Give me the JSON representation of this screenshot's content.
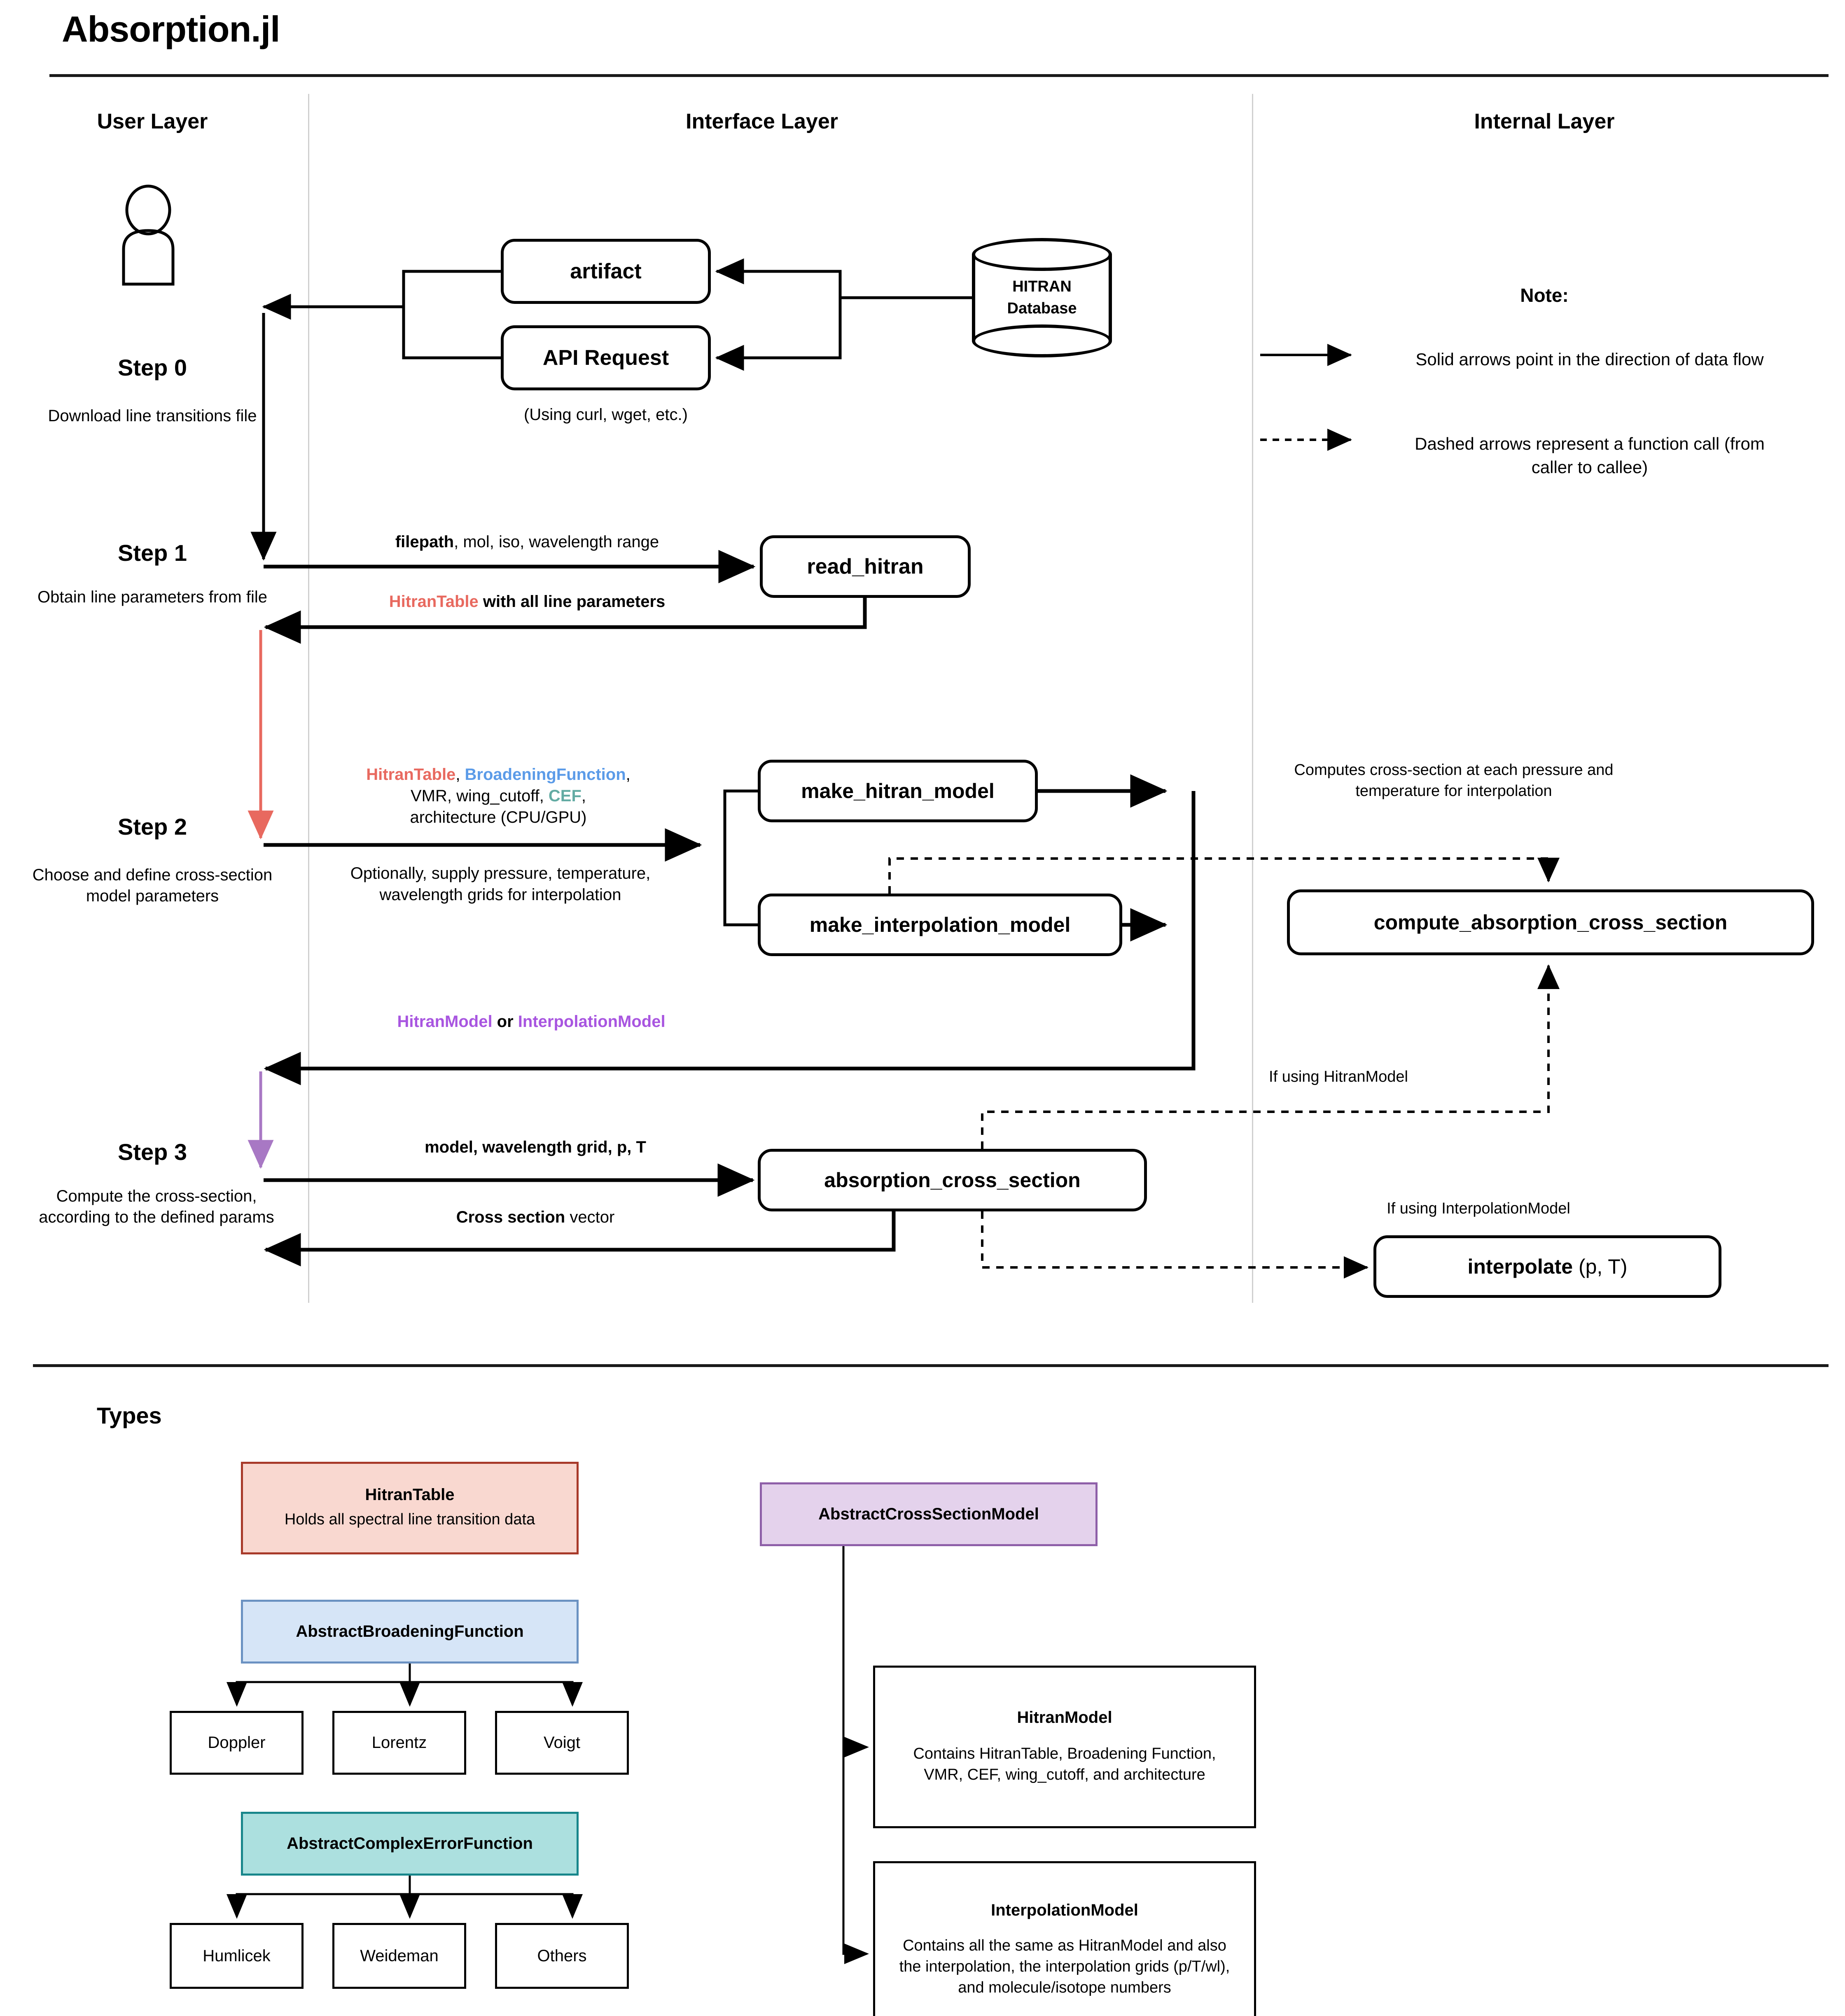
{
  "title": "Absorption.jl",
  "layers": [
    {
      "label": "User Layer"
    },
    {
      "label": "Interface Layer"
    },
    {
      "label": "Internal Layer"
    }
  ],
  "note": {
    "heading": "Note:",
    "solid": "Solid arrows point in the direction of data flow",
    "dashed": "Dashed arrows represent a function call (from caller to callee)"
  },
  "steps": [
    {
      "head": "Step 0",
      "desc": "Download line transitions file"
    },
    {
      "head": "Step 1",
      "desc": "Obtain line parameters from file"
    },
    {
      "head": "Step 2",
      "desc": "Choose and define cross-section model parameters"
    },
    {
      "head": "Step 3",
      "desc": "Compute the cross-section, according to the defined params"
    }
  ],
  "boxes": {
    "artifact": "artifact",
    "api_request": "API Request",
    "using_curl": "(Using curl, wget, etc.)",
    "database": "HITRAN\nDatabase",
    "database_line1": "HITRAN",
    "database_line2": "Database",
    "read_hitran": "read_hitran",
    "make_hitran_model": "make_hitran_model",
    "make_interpolation_model": "make_interpolation_model",
    "compute_absorption_cross_section": "compute_absorption_cross_section",
    "absorption_cross_section": "absorption_cross_section",
    "interpolate_bold": "interpolate",
    "interpolate_args": " (p, T)"
  },
  "edge_labels": {
    "step1_in": "filepath, mol, iso, wavelength range",
    "step1_in_bold": "filepath",
    "step1_in_rest": ", mol, iso, wavelength range",
    "step1_out_type": "HitranTable",
    "step1_out_rest": " with all line parameters",
    "step2_in_l1_a": "HitranTable",
    "step2_in_l1_b": "BroadeningFunction",
    "step2_in_l2_a": "VMR, wing_cutoff, ",
    "step2_in_l2_b": "CEF",
    "step2_in_l3": "architecture (CPU/GPU)",
    "step2_optional": "Optionally, supply pressure, temperature, wavelength grids for interpolation",
    "step2_out_a": "HitranModel",
    "step2_out_mid": " or ",
    "step2_out_b": "InterpolationModel",
    "computes_note": "Computes cross-section at each pressure and temperature for interpolation",
    "step3_in_bold": "model, wavelength grid, p, T",
    "step3_out_bold": "Cross section",
    "step3_out_rest": " vector",
    "if_hitran": "If using HitranModel",
    "if_interpolation": "If using InterpolationModel"
  },
  "types": {
    "heading": "Types",
    "hitran_table": {
      "title": "HitranTable",
      "desc": "Holds all spectral line transition data",
      "fill": "#F9D8D0",
      "stroke": "#A83A2A"
    },
    "abstract_broadening": {
      "title": "AbstractBroadeningFunction",
      "fill": "#D6E5F7",
      "stroke": "#6B92C2",
      "children": [
        "Doppler",
        "Lorentz",
        "Voigt"
      ]
    },
    "abstract_cef": {
      "title": "AbstractComplexErrorFunction",
      "fill": "#ACE0DF",
      "stroke": "#18868B",
      "children": [
        "Humlicek",
        "Weideman",
        "Others"
      ]
    },
    "abstract_xsec": {
      "title": "AbstractCrossSectionModel",
      "fill": "#E4D2EC",
      "stroke": "#8E5FA8"
    },
    "hitran_model": {
      "title": "HitranModel",
      "desc": "Contains HitranTable, Broadening Function, VMR, CEF, wing_cutoff, and architecture"
    },
    "interpolation_model": {
      "title": "InterpolationModel",
      "desc": "Contains all the same as HitranModel and also the interpolation, the interpolation grids (p/T/wl), and molecule/isotope numbers"
    }
  },
  "colors": {
    "hitran_table_text": "#E8695F",
    "broadening_text": "#5B9BE8",
    "cef_text": "#63ABA3",
    "model_text": "#A855E0"
  }
}
